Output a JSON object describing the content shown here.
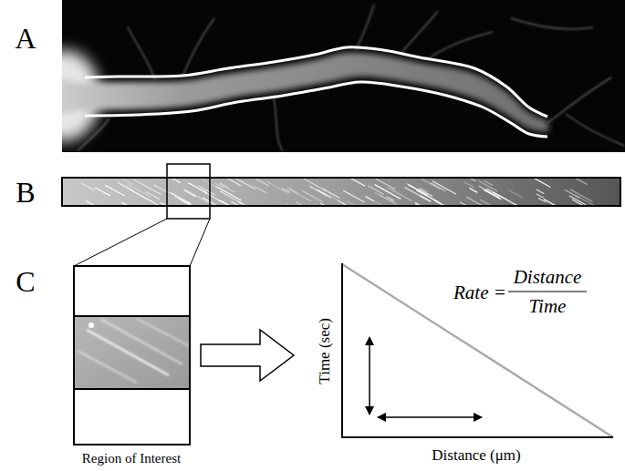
{
  "diagram": {
    "labels": [
      "A",
      "B",
      "C",
      "Region of Interest",
      "Time (sec)",
      "Distance (μm)",
      "Rate =",
      "Distance",
      "Time"
    ]
  }
}
